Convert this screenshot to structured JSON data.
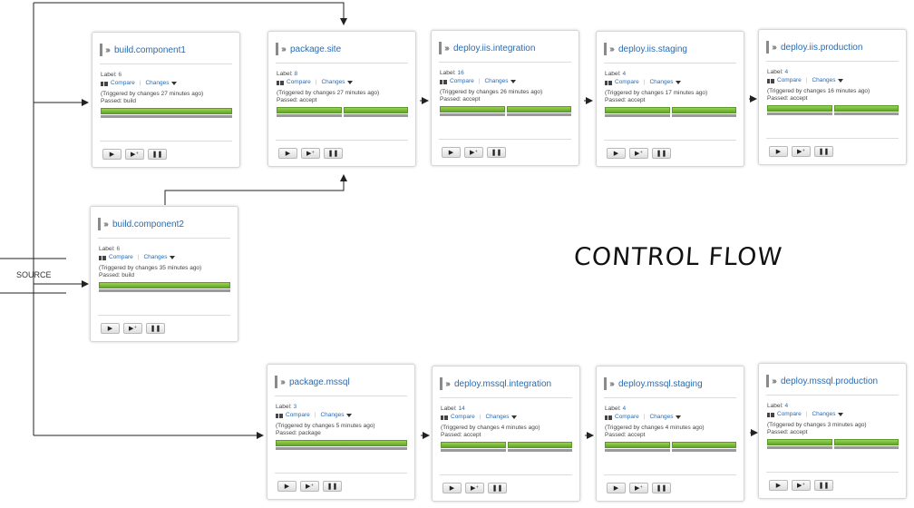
{
  "source_label": "SOURCE",
  "diagram_label": "CONTROL FLOW",
  "card_text": {
    "label_prefix": "Label:",
    "compare": "Compare",
    "changes": "Changes"
  },
  "cards": [
    {
      "id": "build-component1",
      "title": "build.component1",
      "label": "6",
      "triggered": "(Triggered by changes 27 minutes ago)",
      "passed": "Passed: build",
      "stages": 1
    },
    {
      "id": "package-site",
      "title": "package.site",
      "label": "8",
      "triggered": "(Triggered by changes 27 minutes ago)",
      "passed": "Passed: accept",
      "stages": 2
    },
    {
      "id": "deploy-iis-integration",
      "title": "deploy.iis.integration",
      "label": "16",
      "triggered": "(Triggered by changes 26 minutes ago)",
      "passed": "Passed: accept",
      "stages": 2
    },
    {
      "id": "deploy-iis-staging",
      "title": "deploy.iis.staging",
      "label": "4",
      "triggered": "(Triggered by changes 17 minutes ago)",
      "passed": "Passed: accept",
      "stages": 2
    },
    {
      "id": "deploy-iis-production",
      "title": "deploy.iis.production",
      "label": "4",
      "triggered": "(Triggered by changes 16 minutes ago)",
      "passed": "Passed: accept",
      "stages": 2
    },
    {
      "id": "build-component2",
      "title": "build.component2",
      "label": "6",
      "triggered": "(Triggered by changes 35 minutes ago)",
      "passed": "Passed: build",
      "stages": 1
    },
    {
      "id": "package-mssql",
      "title": "package.mssql",
      "label": "3",
      "triggered": "(Triggered by changes 5 minutes ago)",
      "passed": "Passed: package",
      "stages": 1
    },
    {
      "id": "deploy-mssql-integration",
      "title": "deploy.mssql.integration",
      "label": "14",
      "triggered": "(Triggered by changes 4 minutes ago)",
      "passed": "Passed: accept",
      "stages": 2
    },
    {
      "id": "deploy-mssql-staging",
      "title": "deploy.mssql.staging",
      "label": "4",
      "triggered": "(Triggered by changes 4 minutes ago)",
      "passed": "Passed: accept",
      "stages": 2
    },
    {
      "id": "deploy-mssql-production",
      "title": "deploy.mssql.production",
      "label": "4",
      "triggered": "(Triggered by changes 3 minutes ago)",
      "passed": "Passed: accept",
      "stages": 2
    }
  ],
  "colors": {
    "link": "#2a6bb1",
    "passed_green": "#6db33f",
    "line": "#222222"
  }
}
